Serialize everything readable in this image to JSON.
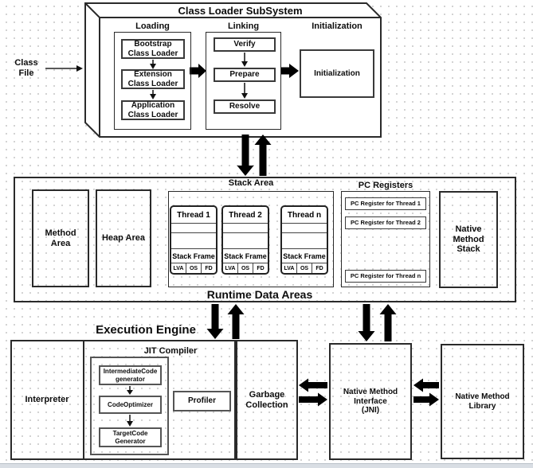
{
  "class_file": {
    "lines": [
      "Class",
      "File"
    ]
  },
  "class_loader": {
    "title": "Class Loader SubSystem",
    "loading": {
      "label": "Loading",
      "boxes": [
        {
          "lines": [
            "Bootstrap",
            "Class Loader"
          ]
        },
        {
          "lines": [
            "Extension",
            "Class Loader"
          ]
        },
        {
          "lines": [
            "Application",
            "Class Loader"
          ]
        }
      ]
    },
    "linking": {
      "label": "Linking",
      "boxes": [
        "Verify",
        "Prepare",
        "Resolve"
      ]
    },
    "initialization": {
      "label": "Initialization",
      "box": "Initialization"
    }
  },
  "runtime": {
    "title": "Runtime Data Areas",
    "method_area": {
      "lines": [
        "Method",
        "Area"
      ]
    },
    "heap_area": "Heap Area",
    "stack_area": {
      "label": "Stack Area",
      "threads": [
        {
          "name": "Thread 1",
          "frame": "Stack Frame",
          "cells": [
            "LVA",
            "OS",
            "FD"
          ]
        },
        {
          "name": "Thread 2",
          "frame": "Stack Frame",
          "cells": [
            "LVA",
            "OS",
            "FD"
          ]
        },
        {
          "name": "Thread n",
          "frame": "Stack Frame",
          "cells": [
            "LVA",
            "OS",
            "FD"
          ]
        }
      ]
    },
    "pc_registers": {
      "label": "PC Registers",
      "items": [
        "PC Register for Thread 1",
        "PC Register for Thread 2",
        "PC Register for Thread n"
      ]
    },
    "native_method_stack": {
      "lines": [
        "Native",
        "Method",
        "Stack"
      ]
    }
  },
  "execution_engine": {
    "title": "Execution Engine",
    "interpreter": "Interpreter",
    "jit": {
      "label": "JIT Compiler",
      "stages": [
        {
          "lines": [
            "IntermediateCode",
            "generator"
          ]
        },
        {
          "lines": [
            "CodeOptimizer"
          ]
        },
        {
          "lines": [
            "TargetCode",
            "Generator"
          ]
        }
      ]
    },
    "profiler": "Profiler",
    "garbage_collection": {
      "lines": [
        "Garbage",
        "Collection"
      ]
    }
  },
  "jni": {
    "lines": [
      "Native Method",
      "Interface",
      "(JNI)"
    ]
  },
  "native_method_library": {
    "lines": [
      "Native Method",
      "Library"
    ]
  },
  "colors": {
    "line": "#000000",
    "grid_dot": "#c8c8c8"
  }
}
